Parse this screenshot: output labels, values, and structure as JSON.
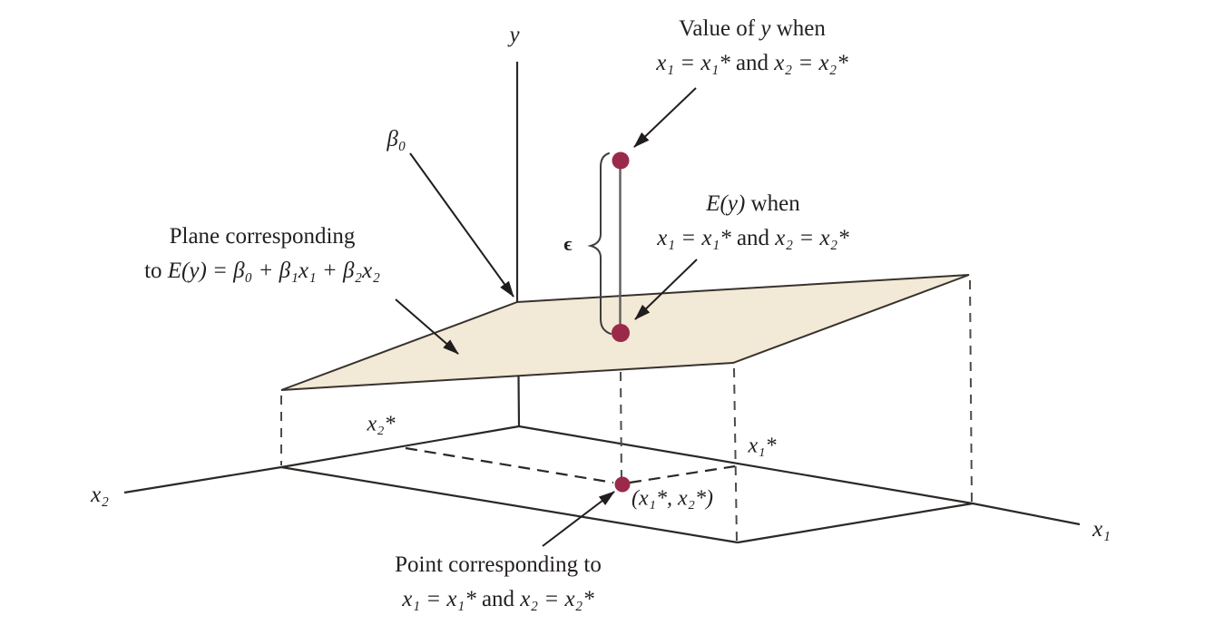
{
  "axes": {
    "y": "y",
    "x1": "x₁",
    "x2": "x₂"
  },
  "labels": {
    "beta0": "β₀",
    "epsilon": "ϵ",
    "value_of_y": {
      "pre": "Value of ",
      "var": "y",
      "post": " when"
    },
    "ey": {
      "var": "E(y)",
      "post": " when"
    },
    "condition": {
      "m1": "x₁ = x₁*",
      "mid": " and ",
      "m2": "x₂ = x₂*"
    },
    "plane": {
      "line1": "Plane corresponding",
      "pre": "to ",
      "eq": "E(y) = β₀ + β₁x₁ + β₂x₂"
    },
    "point": {
      "line1": "Point corresponding to"
    },
    "x1_star": "x₁*",
    "x2_star": "x₂*",
    "coords": "(x₁*, x₂*)"
  },
  "colors": {
    "plane_fill": "#f2e9d6",
    "plane_edge": "#38322e",
    "line": "#2b2826",
    "dashed": "#4c4c4c",
    "point": "#9b2949",
    "text": "#231f20"
  }
}
